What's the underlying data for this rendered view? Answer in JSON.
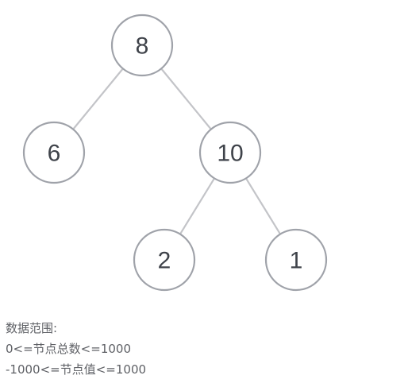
{
  "tree": {
    "nodes": [
      {
        "id": "n8",
        "value": "8"
      },
      {
        "id": "n6",
        "value": "6"
      },
      {
        "id": "n10",
        "value": "10"
      },
      {
        "id": "n2",
        "value": "2"
      },
      {
        "id": "n1",
        "value": "1"
      }
    ],
    "edges": [
      {
        "from": "n8",
        "to": "n6"
      },
      {
        "from": "n8",
        "to": "n10"
      },
      {
        "from": "n10",
        "to": "n2"
      },
      {
        "from": "n10",
        "to": "n1"
      }
    ]
  },
  "constraints": {
    "heading": "数据范围:",
    "line1": "0<=节点总数<=1000",
    "line2": "-1000<=节点值<=1000"
  }
}
